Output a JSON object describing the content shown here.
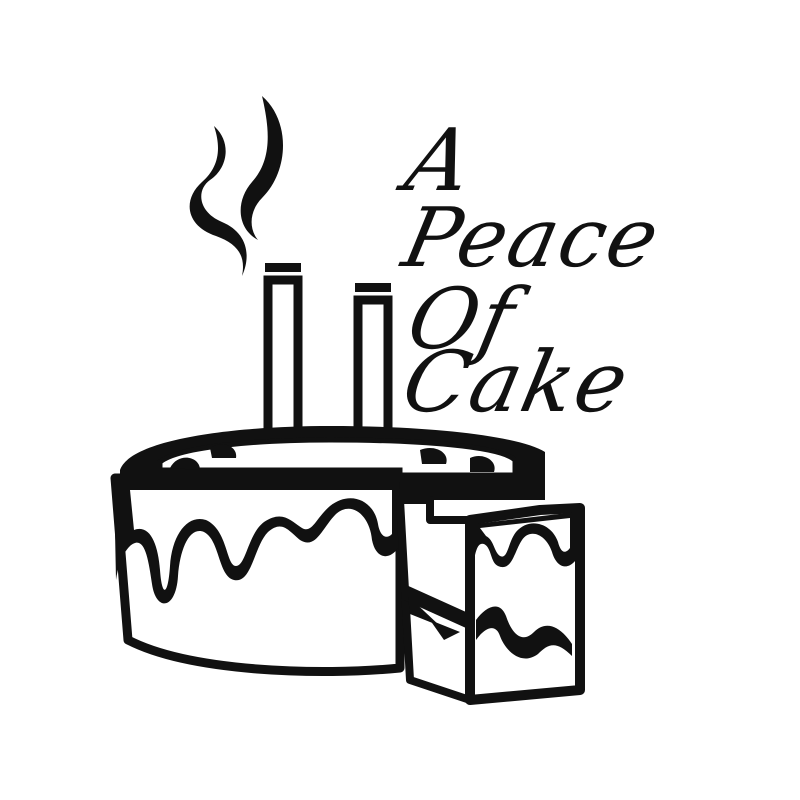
{
  "logo": {
    "line1": "A",
    "line2": "Peace",
    "line3": "Of",
    "line4": "Cake"
  },
  "colors": {
    "ink": "#111111",
    "background": "#ffffff"
  },
  "icons": [
    "smoke-icon",
    "candle-icon",
    "cake-icon",
    "cake-slice-icon"
  ]
}
